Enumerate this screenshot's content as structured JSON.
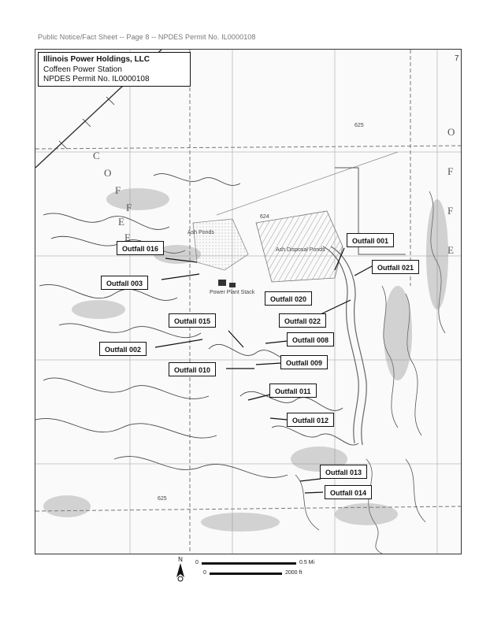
{
  "header": {
    "text": "Public Notice/Fact Sheet -- Page 8 -- NPDES Permit No. IL0000108"
  },
  "title_box": {
    "line1": "Illinois Power Holdings, LLC",
    "line2": "Coffeen Power Station",
    "line3": "NPDES Permit No. IL0000108"
  },
  "map_labels": {
    "place_name_letters": [
      "C",
      "O",
      "F",
      "F",
      "E",
      "E"
    ],
    "place_name_letters_right": [
      "O",
      "F",
      "F",
      "E"
    ],
    "ash_pond_upper": "Ash Disposal Ponds",
    "ash_pond_left": "Ash Ponds",
    "power_plant": "Power Plant Stack",
    "section_num": "7",
    "elev_1": "625",
    "elev_2": "624",
    "elev_3": "625"
  },
  "outfalls": [
    {
      "id": "outfall-001",
      "label": "Outfall 001"
    },
    {
      "id": "outfall-021",
      "label": "Outfall 021"
    },
    {
      "id": "outfall-016",
      "label": "Outfall 016"
    },
    {
      "id": "outfall-003",
      "label": "Outfall 003"
    },
    {
      "id": "outfall-020",
      "label": "Outfall 020"
    },
    {
      "id": "outfall-015",
      "label": "Outfall 015"
    },
    {
      "id": "outfall-022",
      "label": "Outfall 022"
    },
    {
      "id": "outfall-008",
      "label": "Outfall 008"
    },
    {
      "id": "outfall-002",
      "label": "Outfall 002"
    },
    {
      "id": "outfall-009",
      "label": "Outfall 009"
    },
    {
      "id": "outfall-010",
      "label": "Outfall 010"
    },
    {
      "id": "outfall-011",
      "label": "Outfall 011"
    },
    {
      "id": "outfall-012",
      "label": "Outfall 012"
    },
    {
      "id": "outfall-013",
      "label": "Outfall 013"
    },
    {
      "id": "outfall-014",
      "label": "Outfall 014"
    }
  ],
  "scale": {
    "zero_a": "0",
    "miles": "0.5 Mi",
    "zero_b": "0",
    "feet": "2000 ft"
  },
  "north_arrow": {
    "label": "N"
  }
}
